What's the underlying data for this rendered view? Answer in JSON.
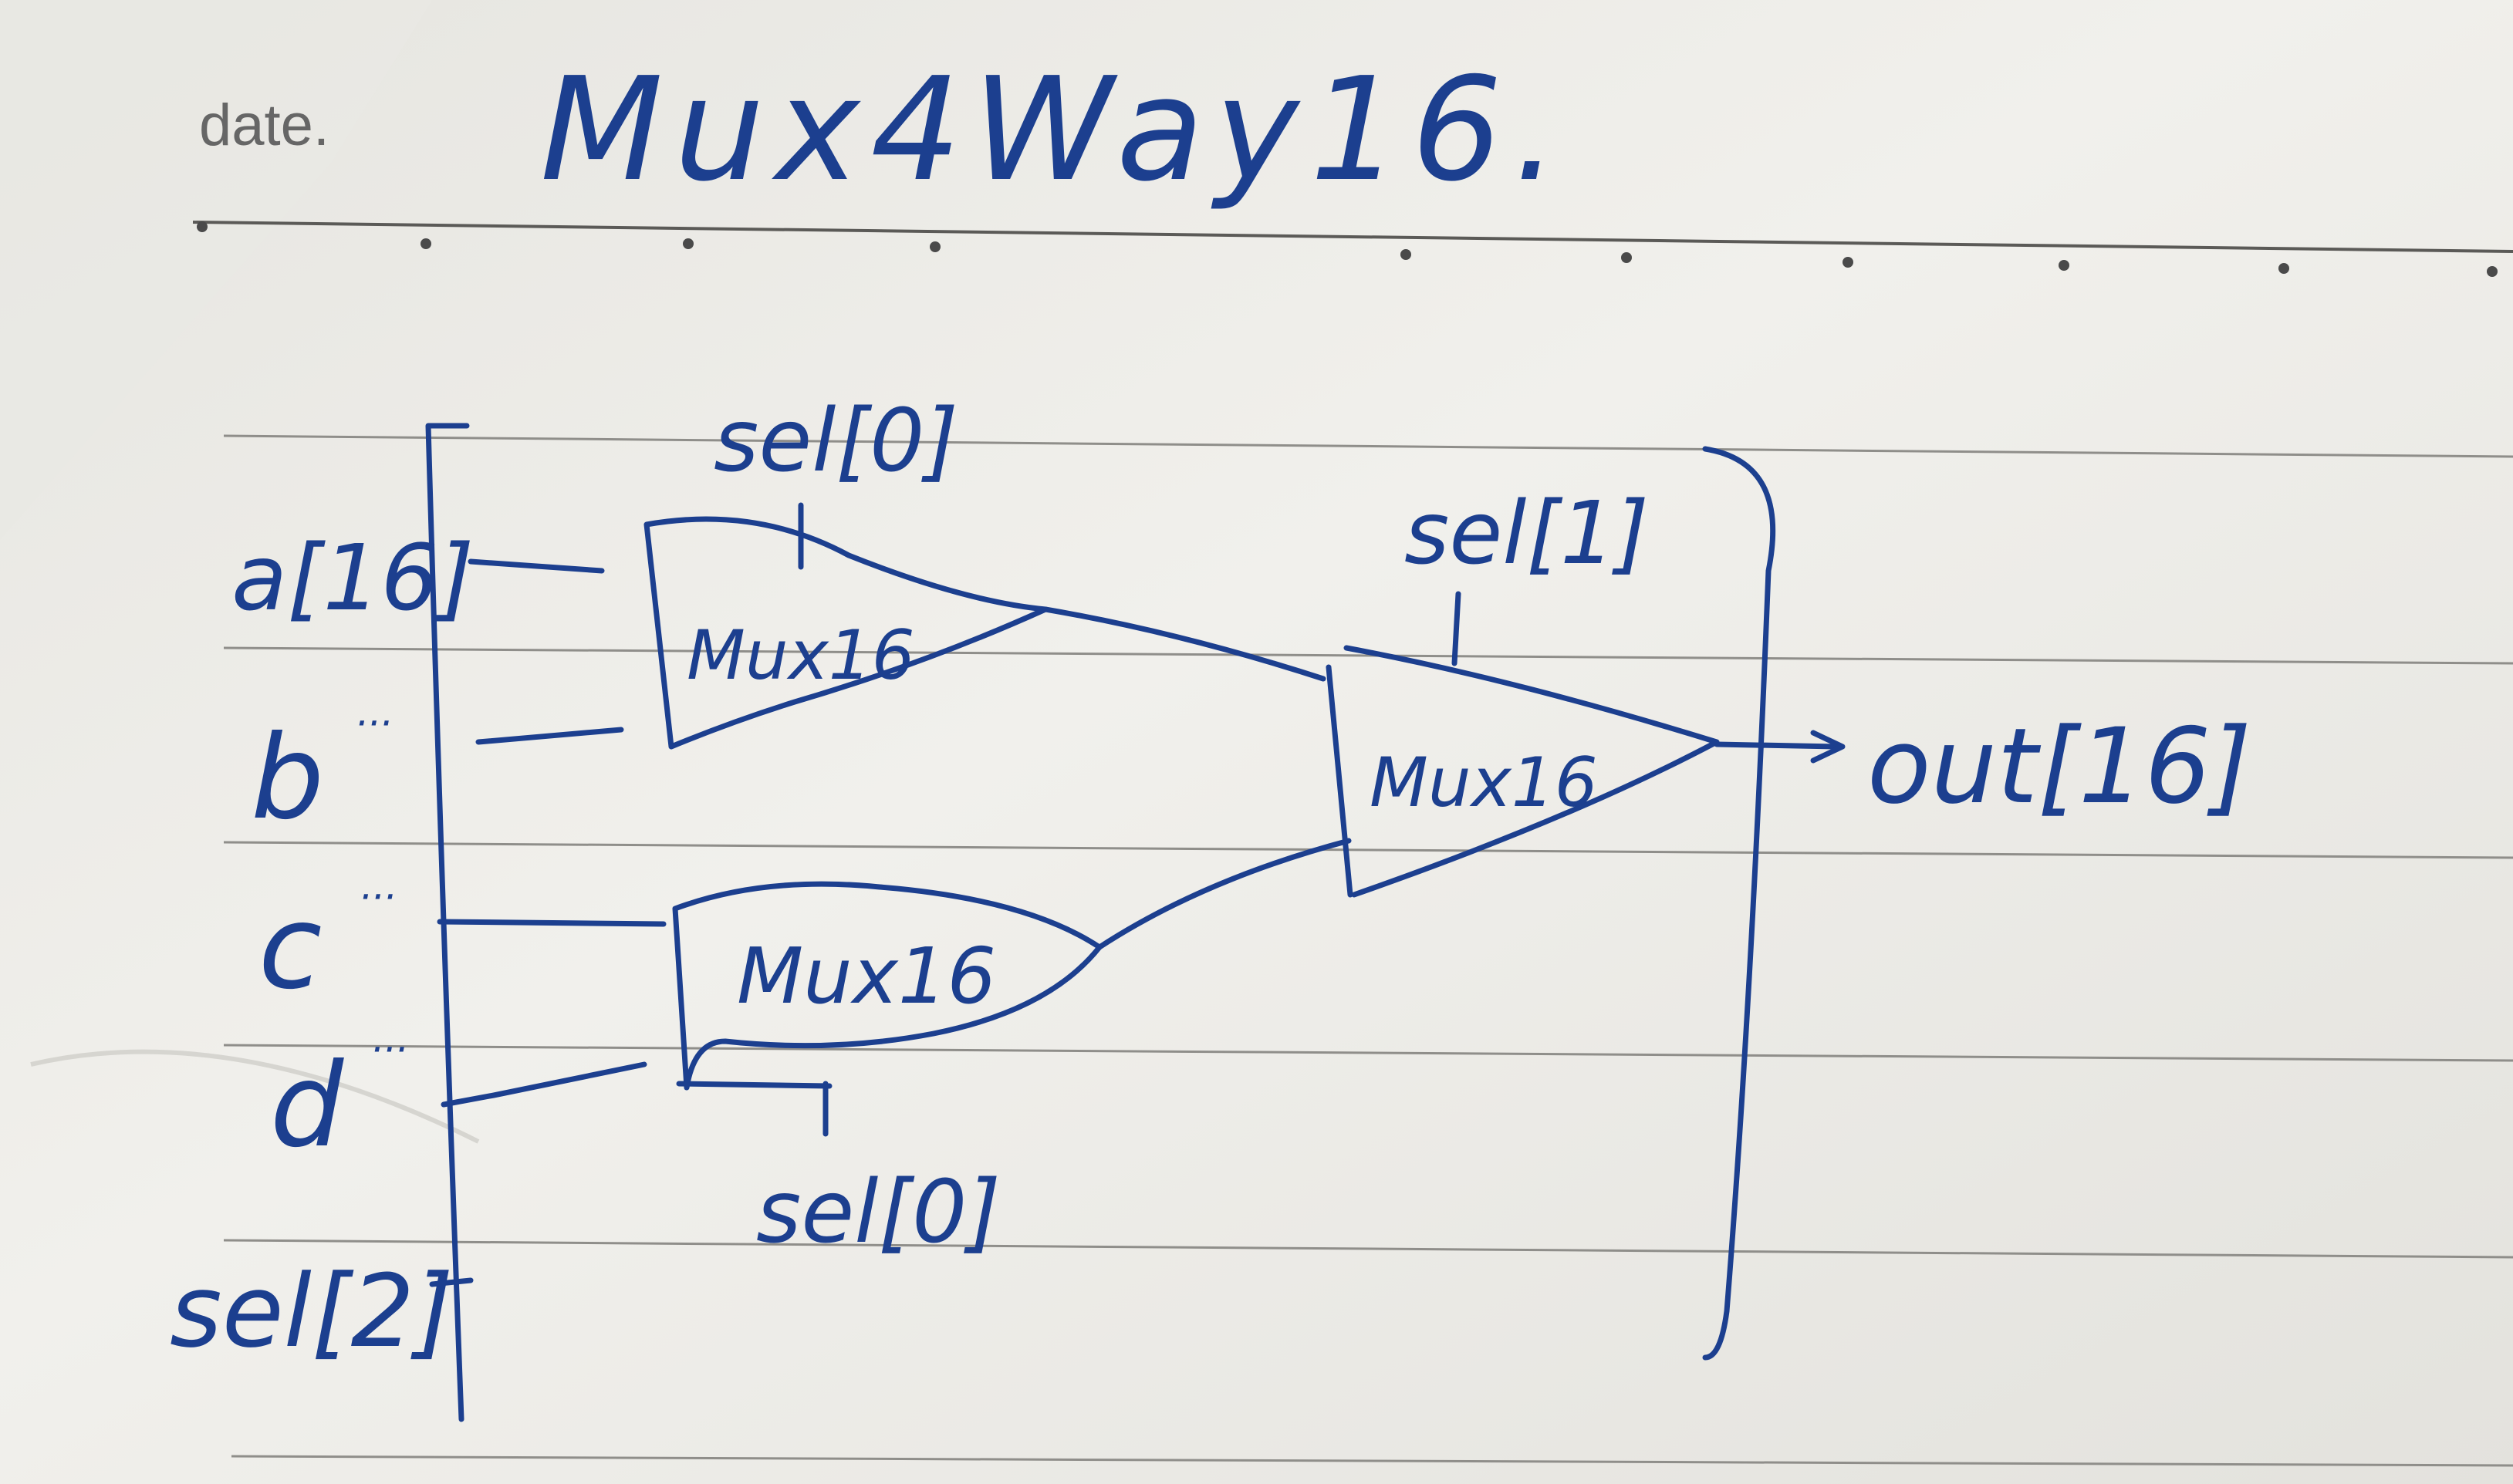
{
  "header": {
    "date_label": "date.",
    "title": "Mux4Way16."
  },
  "inputs": {
    "a": "a[16]",
    "b": "b",
    "b_dots": "···",
    "c": "c",
    "c_dots": "···",
    "d": "d",
    "d_dots": "···",
    "sel": "sel[2]"
  },
  "muxes": {
    "upper": {
      "label": "Mux16",
      "select": "sel[0]"
    },
    "lower": {
      "label": "Mux16",
      "select": "sel[0]"
    },
    "final": {
      "label": "Mux16",
      "select": "sel[1]"
    }
  },
  "output": {
    "label": "out[16]"
  },
  "colors": {
    "ink": "#1c3f8f",
    "paper": "#f1f0ec",
    "rule": "#8f8e8a"
  }
}
